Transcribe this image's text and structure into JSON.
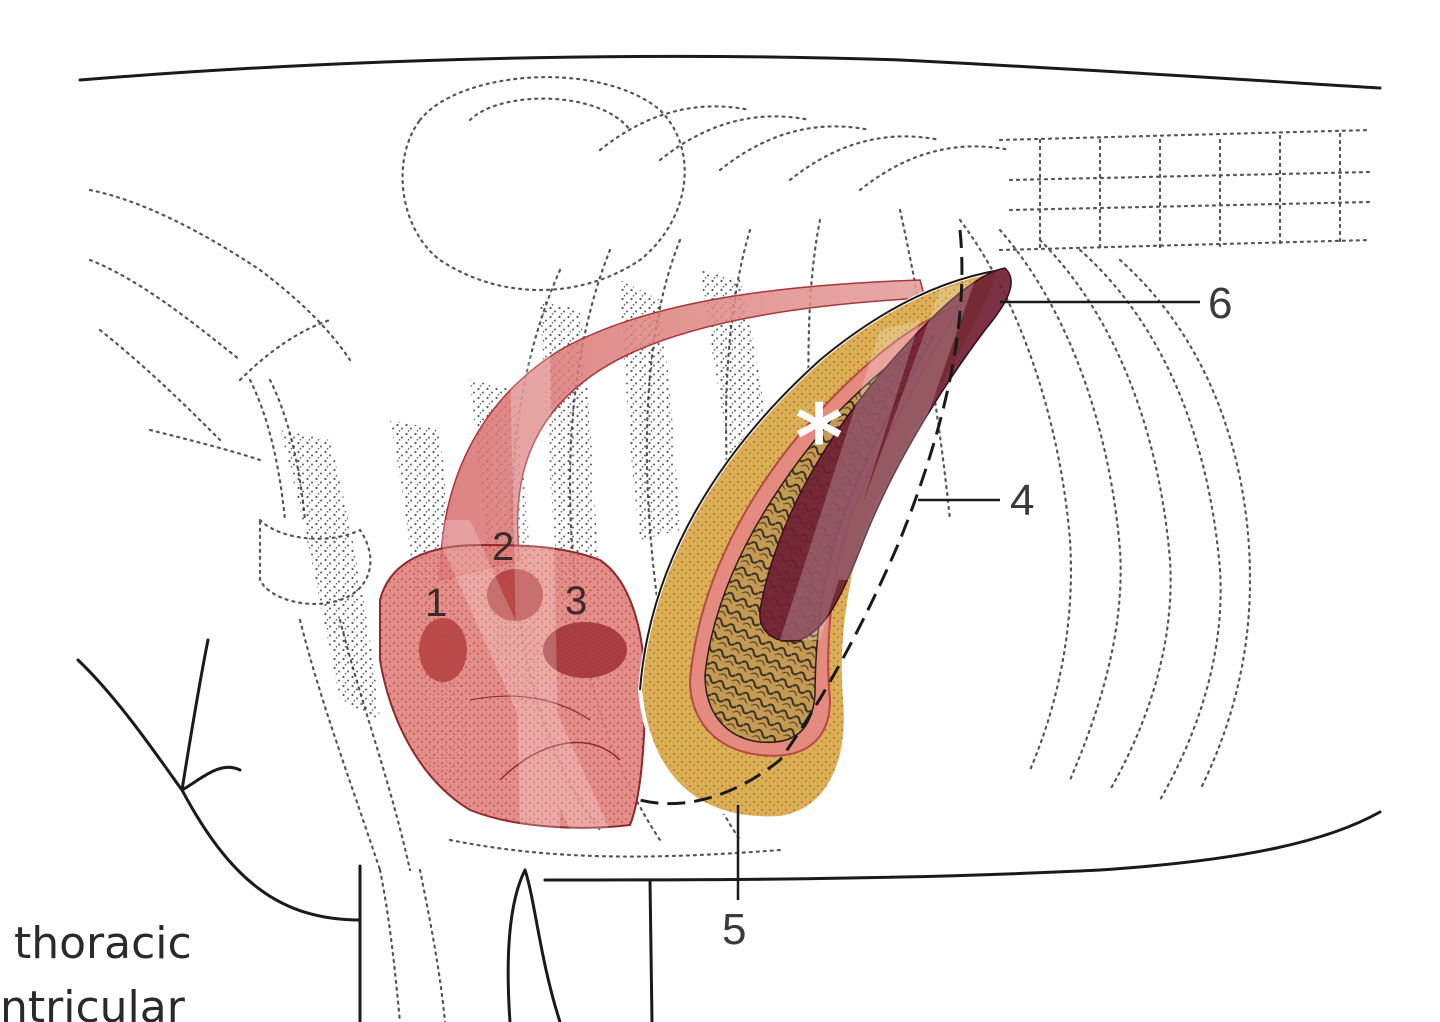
{
  "labels": {
    "one": "1",
    "two": "2",
    "three": "3",
    "four": "4",
    "five": "5",
    "six": "6",
    "asterisk": "*"
  },
  "caption": {
    "line1": "thoracic",
    "line2": "ntricular"
  },
  "colors": {
    "outline": "#1a1a1a",
    "dotted": "#555555",
    "stipple": "#3a3a3a",
    "reticulum_pink": "#e07b78",
    "reticulum_dark": "#b83a3e",
    "abomasum_tan": "#d9a94f",
    "abomasum_light": "#e9c98a",
    "spleen_maroon": "#6e1f33",
    "fold_dark": "#3a3026",
    "white": "#ffffff"
  }
}
